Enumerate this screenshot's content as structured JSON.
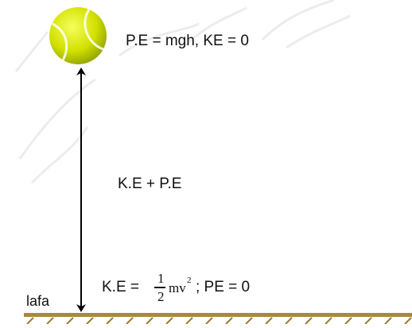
{
  "labels": {
    "top": "P.E = mgh, KE = 0",
    "middle": "K.E + P.E",
    "bottom_prefix": "K.E =",
    "frac_num": "1",
    "frac_den": "2",
    "bottom_expr": "mv",
    "bottom_exp": "2",
    "bottom_suffix": "; PE = 0",
    "ground": "lafa"
  },
  "colors": {
    "ball_yellow": "#d8e600",
    "ball_dark": "#8fa100",
    "ground": "#a88a3c",
    "hatch": "#9a7c2e",
    "arrow": "#000000",
    "watermark": "#e6e6e6"
  },
  "icons": {
    "ball": "tennis-ball-icon"
  }
}
